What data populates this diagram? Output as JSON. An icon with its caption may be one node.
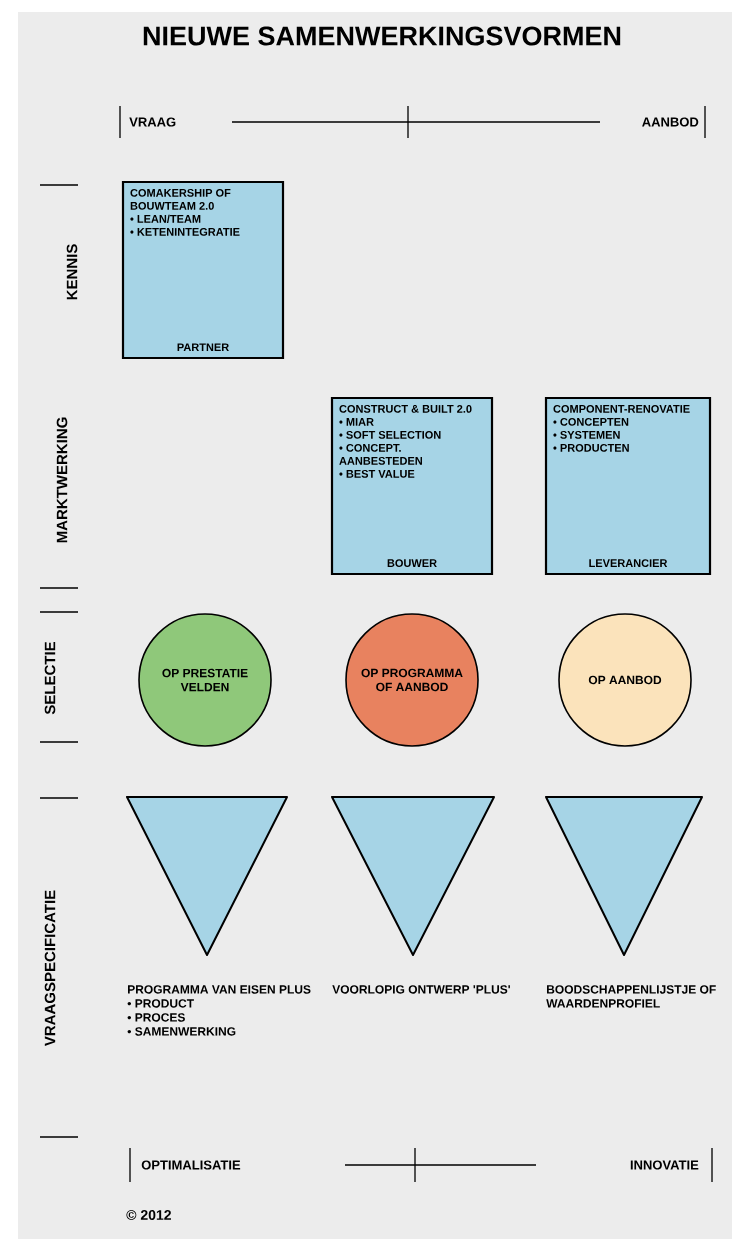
{
  "diagram": {
    "title": "NIEUWE SAMENWERKINGSVORMEN",
    "nodes": [
      {
        "text": [
          "COMAKERSHIP OF BOUWTEAM 2.0",
          "• LEAN/TEAM",
          "• KETENINTEGRATIE",
          "PARTNER"
        ]
      },
      {
        "text": [
          "CONSTRUCT & BUILT 2.0",
          "• MIAR",
          "• SOFT SELECTION",
          "• CONCEPT. AANBESTEDEN",
          "• BEST VALUE",
          "BOUWER"
        ]
      },
      {
        "text": [
          "COMPONENT-RENOVATIE",
          "• CONCEPTEN",
          "• SYSTEMEN",
          "• PRODUCTEN",
          "LEVERANCIER"
        ]
      },
      {
        "text": [
          "OP PRESTATIE VELDEN"
        ]
      },
      {
        "text": [
          "OP PROGRAMMA OF AANBOD"
        ]
      },
      {
        "text": [
          "OP AANBOD"
        ]
      },
      {
        "text": [],
        "shape": "triangle",
        "beside": [
          "PROGRAMMA VAN EISEN PLUS",
          "• PRODUCT",
          "• PROCES",
          "• SAMENWERKING"
        ]
      },
      {
        "text": [],
        "shape": "triangle",
        "beside": [
          "VOORLOPIG ONTWERP 'PLUS'"
        ]
      },
      {
        "text": [],
        "shape": "triangle",
        "beside": [
          "BOODSCHAPPENLIJSTJE OF WAARDENPROFIEL"
        ]
      }
    ],
    "edges": [],
    "labels": [
      "VRAAG",
      "AANBOD",
      "KENNIS",
      "MARKTWERKING",
      "SELECTIE",
      "VRAAGSPECIFICATIE",
      "OPTIMALISATIE",
      "INNOVATIE",
      "© 2012"
    ]
  }
}
